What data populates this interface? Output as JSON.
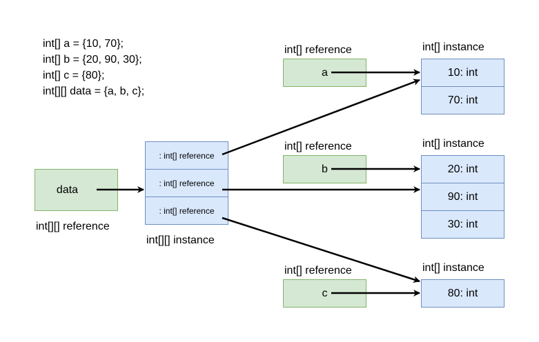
{
  "code": {
    "lines": [
      "int[] a = {10, 70};",
      "int[] b = {20, 90, 30};",
      "int[] c = {80};",
      "int[][] data = {a, b, c};"
    ]
  },
  "data_ref": {
    "value": "data",
    "label": "int[][] reference"
  },
  "outer_instance": {
    "label": "int[][] instance",
    "cells": [
      ": int[] reference",
      ": int[] reference",
      ": int[] reference"
    ]
  },
  "refs": [
    {
      "value": "a",
      "label": "int[] reference"
    },
    {
      "value": "b",
      "label": "int[] reference"
    },
    {
      "value": "c",
      "label": "int[] reference"
    }
  ],
  "instances": [
    {
      "label": "int[] instance",
      "cells": [
        "10: int",
        "70: int"
      ]
    },
    {
      "label": "int[] instance",
      "cells": [
        "20: int",
        "90: int",
        "30: int"
      ]
    },
    {
      "label": "int[] instance",
      "cells": [
        "80: int"
      ]
    }
  ],
  "colors": {
    "ref_fill": "#d5e8d4",
    "ref_stroke": "#82b366",
    "instance_fill": "#dae8fc",
    "instance_stroke": "#6c8ebf"
  }
}
